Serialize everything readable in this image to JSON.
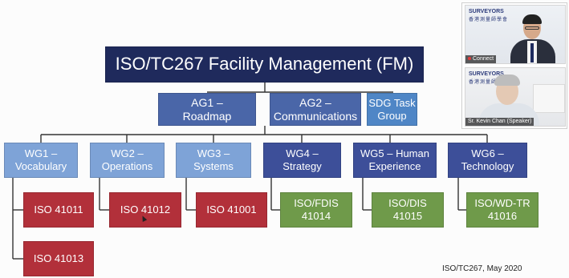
{
  "slide": {
    "title": "ISO/TC267 Facility Management (FM)",
    "ag1": "AG1 –\nRoadmap",
    "ag2": "AG2 –\nCommunications",
    "sdg": "SDG Task\nGroup",
    "wg1": "WG1 –\nVocabulary",
    "wg2": "WG2 –\nOperations",
    "wg3": "WG3 –\nSystems",
    "wg4": "WG4 –\nStrategy",
    "wg5": "WG5 – Human\nExperience",
    "wg6": "WG6 –\nTechnology",
    "iso_41011": "ISO 41011",
    "iso_41013": "ISO 41013",
    "iso_41012": "ISO 41012",
    "iso_41001": "ISO 41001",
    "iso_41014": "ISO/FDIS\n41014",
    "iso_41015": "ISO/DIS\n41015",
    "iso_41016": "ISO/WD-TR\n41016",
    "footer": "ISO/TC267, May 2020"
  },
  "video": {
    "tile1": {
      "logo": "SURVEYORS",
      "logo_sub": "香港測量師學會",
      "name": "Connect"
    },
    "tile2": {
      "logo": "SURVEYORS",
      "logo_sub": "香港測量師學會",
      "name": "Sr. Kevin Chan (Speaker)"
    }
  },
  "colors": {
    "title_bg": "#1f2a5c",
    "ag_bg": "#4a66a8",
    "sdg_bg": "#4f86c6",
    "wg_light_bg": "#7ea3d7",
    "wg_dark_bg": "#3d4f99",
    "iso_red": "#b2303a",
    "iso_green": "#6f9a4a"
  }
}
